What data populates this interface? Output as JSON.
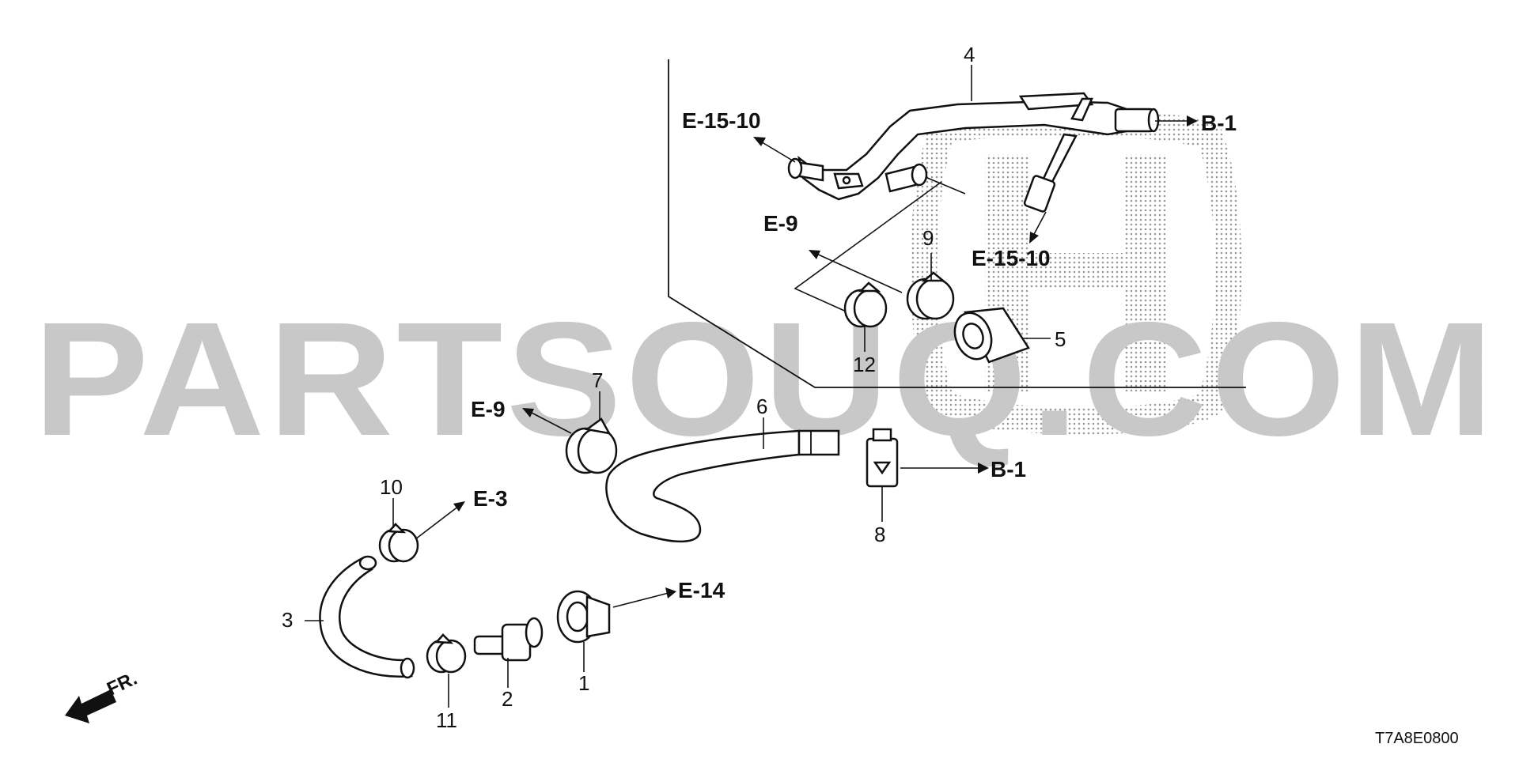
{
  "watermark": {
    "text": "PARTSOUQ.COM",
    "logo": "honda-h-logo"
  },
  "callouts": {
    "c1": "1",
    "c2": "2",
    "c3": "3",
    "c4": "4",
    "c5": "5",
    "c6": "6",
    "c7": "7",
    "c8": "8",
    "c9": "9",
    "c10": "10",
    "c11": "11",
    "c12": "12"
  },
  "references": {
    "e15_10_left": "E-15-10",
    "e15_10_right": "E-15-10",
    "b1_top": "B-1",
    "b1_mid": "B-1",
    "e9_upper": "E-9",
    "e9_lower": "E-9",
    "e3": "E-3",
    "e14": "E-14"
  },
  "direction": {
    "label": "FR.",
    "icon": "front-direction-arrow-icon"
  },
  "diagram_code": "T7A8E0800",
  "colors": {
    "line": "#111111",
    "watermark": "#c8c8c8",
    "background": "#ffffff"
  }
}
